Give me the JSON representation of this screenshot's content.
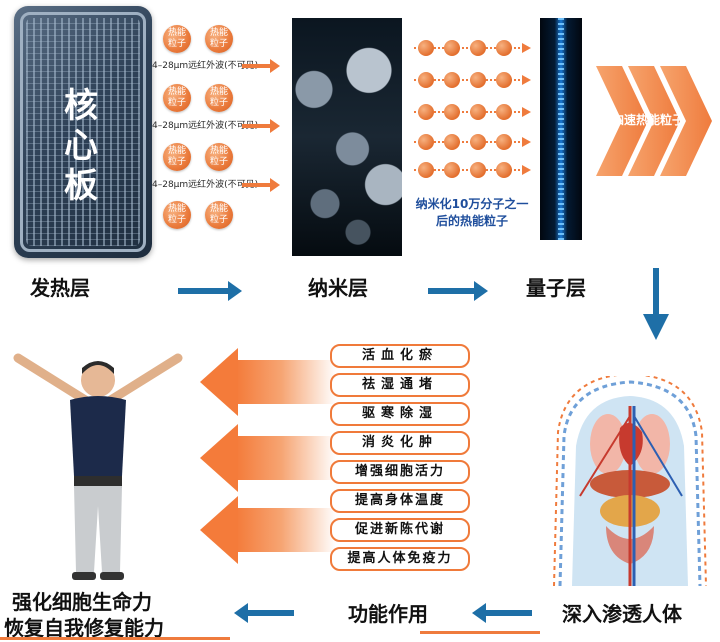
{
  "core_board": {
    "label_chars": [
      "核",
      "心",
      "板"
    ]
  },
  "particles": {
    "label": "热能粒子"
  },
  "waves": {
    "label": "4–28μm远红外波(不可见)"
  },
  "nano_caption": {
    "line1": "纳米化10万分子之一",
    "line2": "后的热能粒子"
  },
  "accelerate": {
    "label": "加速热能粒子"
  },
  "layers": {
    "heating": "发热层",
    "nano": "纳米层",
    "quantum": "量子层"
  },
  "functions": [
    "活血化瘀",
    "祛湿通堵",
    "驱寒除湿",
    "消炎化肿",
    "增强细胞活力",
    "提高身体温度",
    "促进新陈代谢",
    "提高人体免疫力"
  ],
  "bottom": {
    "outcome_line1": "强化细胞生命力",
    "outcome_line2": "恢复自我修复能力",
    "function_role": "功能作用",
    "penetration": "深入渗透人体"
  },
  "colors": {
    "orange": "#ef7b3d",
    "blue_arrow": "#1e6fa7",
    "caption_blue": "#1f4e9c"
  }
}
